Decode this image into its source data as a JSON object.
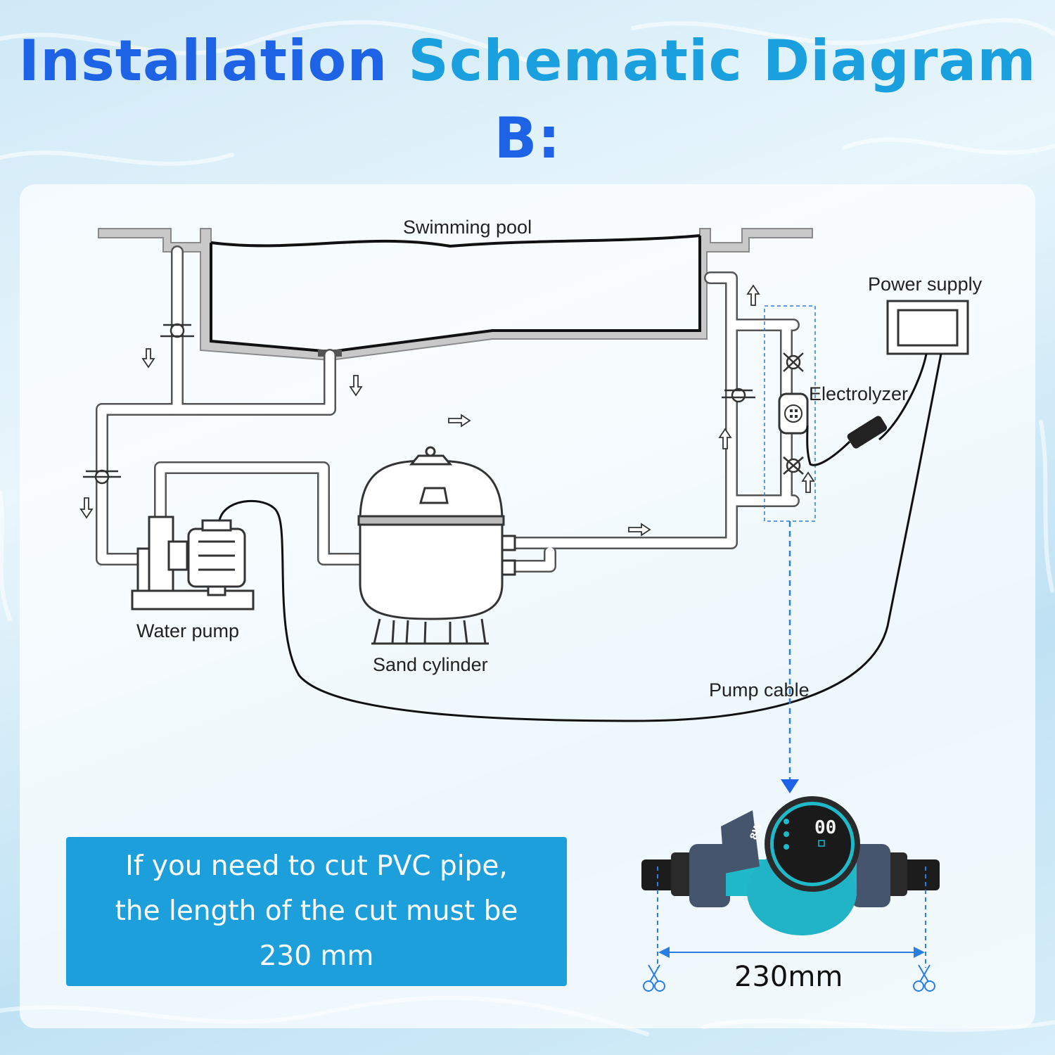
{
  "title": {
    "line1_part1": "Installation",
    "line1_part2": "Schematic Diagram",
    "line2": "B:"
  },
  "labels": {
    "pool": "Swimming pool",
    "power": "Power supply",
    "electrolyzer": "Electrolyzer",
    "pump": "Water pump",
    "sand": "Sand cylinder",
    "cable": "Pump cable"
  },
  "note": "If you need to cut PVC pipe,\nthe length of the cut must be\n230 mm",
  "dimension": "230mm",
  "device": {
    "badge": "8W",
    "display": "00"
  },
  "colors": {
    "title_blue": "#1e62e6",
    "title_cyan": "#1aa0df",
    "note_bg": "#1d9fdc",
    "pipe_fill": "#ffffff",
    "pipe_stroke": "#555555",
    "device_teal": "#1fb9c9",
    "device_body": "#46556e"
  },
  "icons": [
    "flow-arrow-icon",
    "valve-icon",
    "scissors-icon",
    "dashed-pointer-arrow-icon"
  ]
}
